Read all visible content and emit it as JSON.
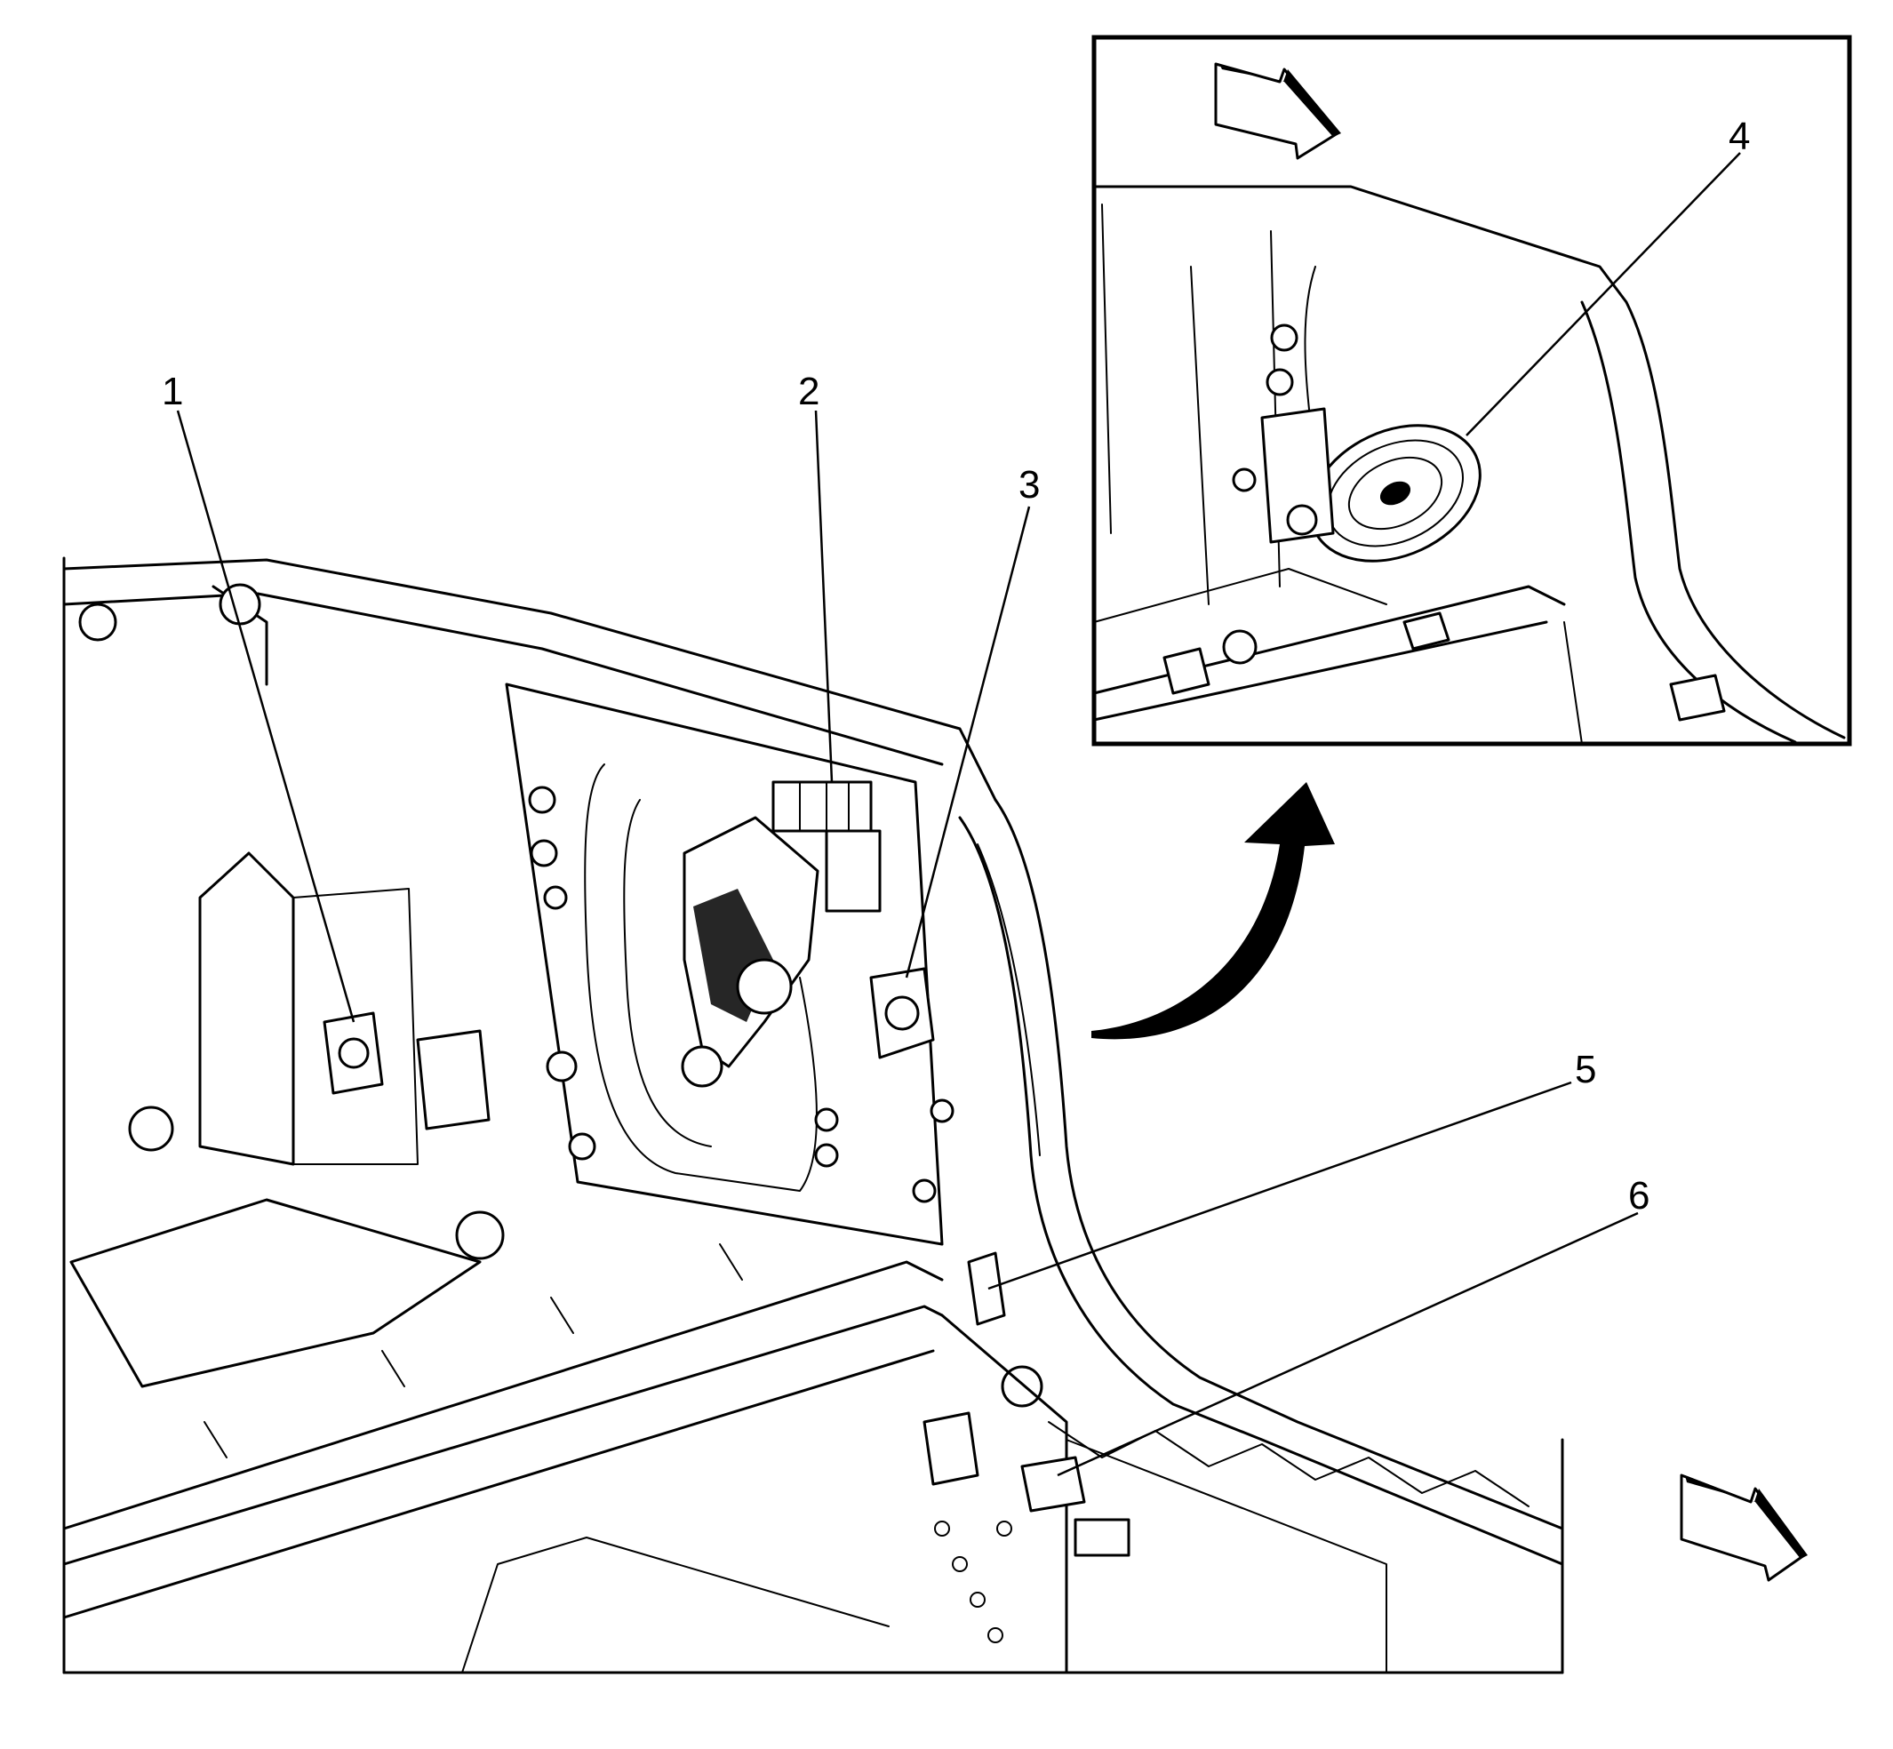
{
  "callouts": {
    "c1": "1",
    "c2": "2",
    "c3": "3",
    "c4": "4",
    "c5": "5",
    "c6": "6"
  },
  "icons": {
    "direction_arrow": "forward-direction-arrow-icon",
    "detail_arrow": "curved-detail-arrow-icon"
  }
}
